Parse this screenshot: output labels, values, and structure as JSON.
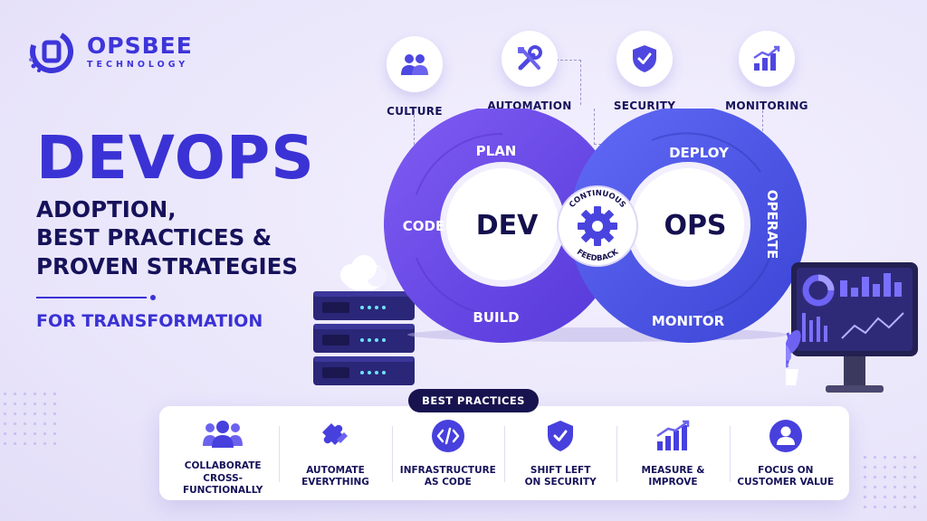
{
  "brand": {
    "name": "OPSBEE",
    "tagline": "TECHNOLOGY"
  },
  "headline": {
    "title": "DEVOPS",
    "line1": "ADOPTION,",
    "line2": "BEST PRACTICES &",
    "line3": "PROVEN STRATEGIES",
    "line4": "FOR TRANSFORMATION"
  },
  "pillars": [
    {
      "label": "CULTURE",
      "icon": "people-icon"
    },
    {
      "label": "AUTOMATION",
      "icon": "tools-icon"
    },
    {
      "label": "SECURITY",
      "icon": "shield-check-icon"
    },
    {
      "label": "MONITORING",
      "icon": "bar-chart-icon"
    }
  ],
  "loop": {
    "dev": "DEV",
    "ops": "OPS",
    "stages": [
      "PLAN",
      "CODE",
      "BUILD",
      "DEPLOY",
      "OPERATE",
      "MONITOR"
    ],
    "center_top": "CONTINUOUS",
    "center_bottom": "FEEDBACK",
    "colors": {
      "dev": "#6a48e8",
      "ops": "#4c56e6",
      "center": "#3f43d6"
    }
  },
  "best_practices": {
    "title": "BEST PRACTICES",
    "items": [
      {
        "label": "COLLABORATE\nCROSS-FUNCTIONALLY",
        "icon": "team-icon"
      },
      {
        "label": "AUTOMATE\nEVERYTHING",
        "icon": "puzzle-icon"
      },
      {
        "label": "INFRASTRUCTURE\nAS CODE",
        "icon": "code-icon"
      },
      {
        "label": "SHIFT LEFT\nON SECURITY",
        "icon": "shield-check-icon"
      },
      {
        "label": "MEASURE &\nIMPROVE",
        "icon": "growth-chart-icon"
      },
      {
        "label": "FOCUS ON\nCUSTOMER VALUE",
        "icon": "user-icon"
      }
    ]
  },
  "accent_color": "#3a32d4"
}
